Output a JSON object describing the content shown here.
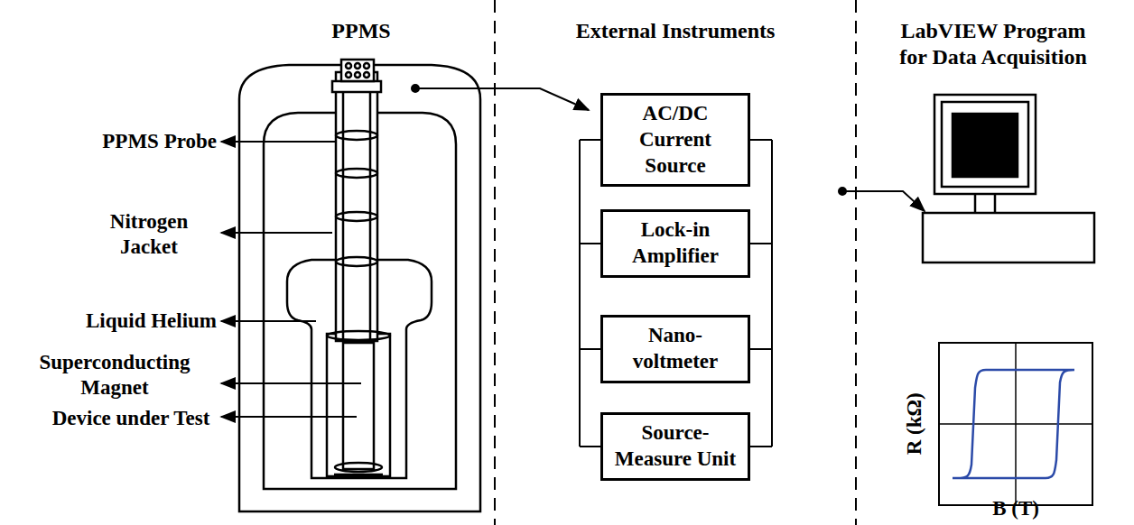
{
  "diagram": {
    "nodes": [
      {
        "text": [
          "AC/DC Current Source"
        ]
      },
      {
        "text": [
          "Lock-in Amplifier"
        ]
      },
      {
        "text": [
          "Nano-voltmeter"
        ]
      },
      {
        "text": [
          "Source-Measure Unit"
        ]
      }
    ],
    "labels": [
      "PPMS",
      "External Instruments",
      "LabVIEW Program for Data Acquisition",
      "PPMS Probe",
      "Nitrogen Jacket",
      "Liquid Helium",
      "Superconducting Magnet",
      "Device under Test",
      "R (kΩ)",
      "B (T)"
    ]
  }
}
